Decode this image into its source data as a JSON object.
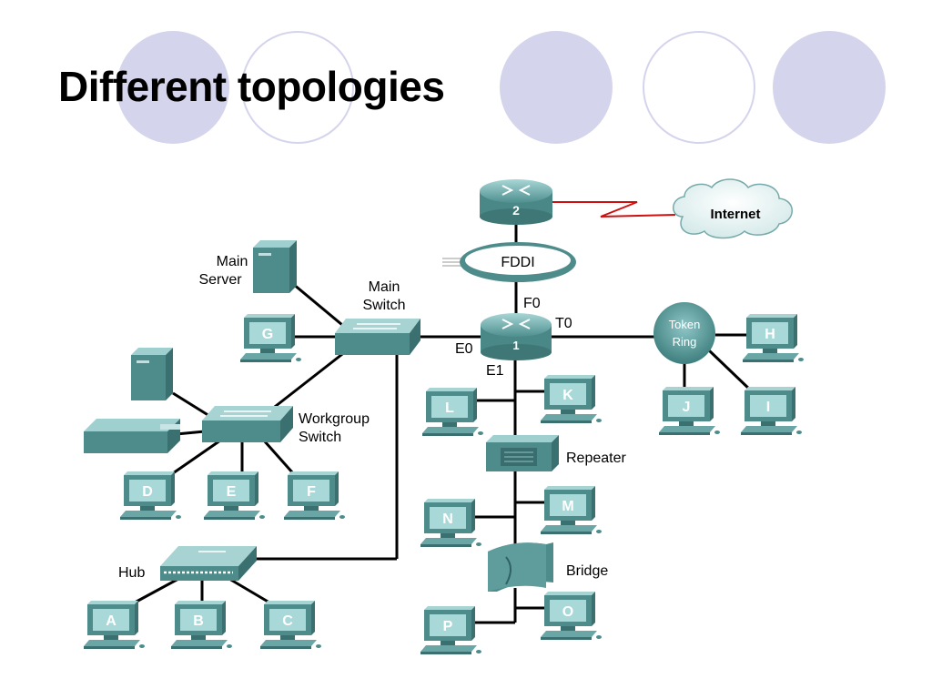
{
  "slide": {
    "title": "Different topologies",
    "colors": {
      "circle_fill": "#d4d4ec",
      "device_teal": "#4e8c8c",
      "device_light": "#9fcfcf",
      "wan_link": "#cc1111"
    }
  },
  "diagram": {
    "labels": {
      "router2": "2",
      "router1": "1",
      "internet": "Internet",
      "fddi": "FDDI",
      "main_server": [
        "Main",
        "Server"
      ],
      "main_switch": [
        "Main",
        "Switch"
      ],
      "workgroup_switch": [
        "Workgroup",
        "Switch"
      ],
      "hub": "Hub",
      "repeater": "Repeater",
      "bridge": "Bridge",
      "token_ring": [
        "Token",
        "Ring"
      ],
      "port_f0": "F0",
      "port_t0": "T0",
      "port_e0": "E0",
      "port_e1": "E1"
    },
    "workstations": [
      "A",
      "B",
      "C",
      "D",
      "E",
      "F",
      "G",
      "H",
      "I",
      "J",
      "K",
      "L",
      "M",
      "N",
      "O",
      "P"
    ]
  }
}
